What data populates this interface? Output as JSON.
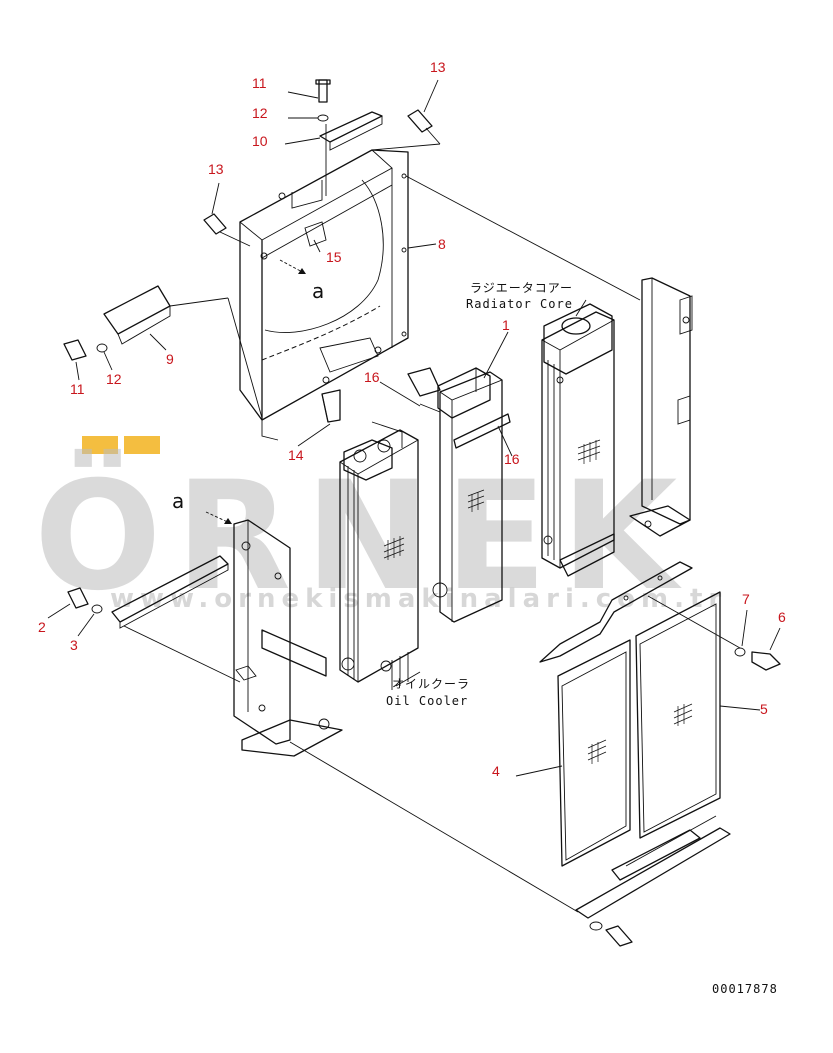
{
  "callouts": [
    {
      "id": "c1",
      "text": "1"
    },
    {
      "id": "c2",
      "text": "2"
    },
    {
      "id": "c3",
      "text": "3"
    },
    {
      "id": "c4",
      "text": "4"
    },
    {
      "id": "c5",
      "text": "5"
    },
    {
      "id": "c6",
      "text": "6"
    },
    {
      "id": "c7",
      "text": "7"
    },
    {
      "id": "c8",
      "text": "8"
    },
    {
      "id": "c9",
      "text": "9"
    },
    {
      "id": "c10",
      "text": "10"
    },
    {
      "id": "c11a",
      "text": "11"
    },
    {
      "id": "c11b",
      "text": "11"
    },
    {
      "id": "c12a",
      "text": "12"
    },
    {
      "id": "c12b",
      "text": "12"
    },
    {
      "id": "c13a",
      "text": "13"
    },
    {
      "id": "c13b",
      "text": "13"
    },
    {
      "id": "c14",
      "text": "14"
    },
    {
      "id": "c15",
      "text": "15"
    },
    {
      "id": "c16a",
      "text": "16"
    },
    {
      "id": "c16b",
      "text": "16"
    }
  ],
  "labels": {
    "radiator_jp": "ラジエータコアー",
    "radiator_en": "Radiator Core",
    "oil_cooler_jp": "オイルクーラ",
    "oil_cooler_en": "Oil Cooler",
    "view_a_top": "a",
    "view_a_bottom": "a",
    "drawing_number": "00017878"
  },
  "watermark": {
    "brand": "ÖRNEK",
    "url": "www.ornekismakinalari.com.tr",
    "accent_color": "#f0a800",
    "text_color": "#bdbdbd"
  }
}
